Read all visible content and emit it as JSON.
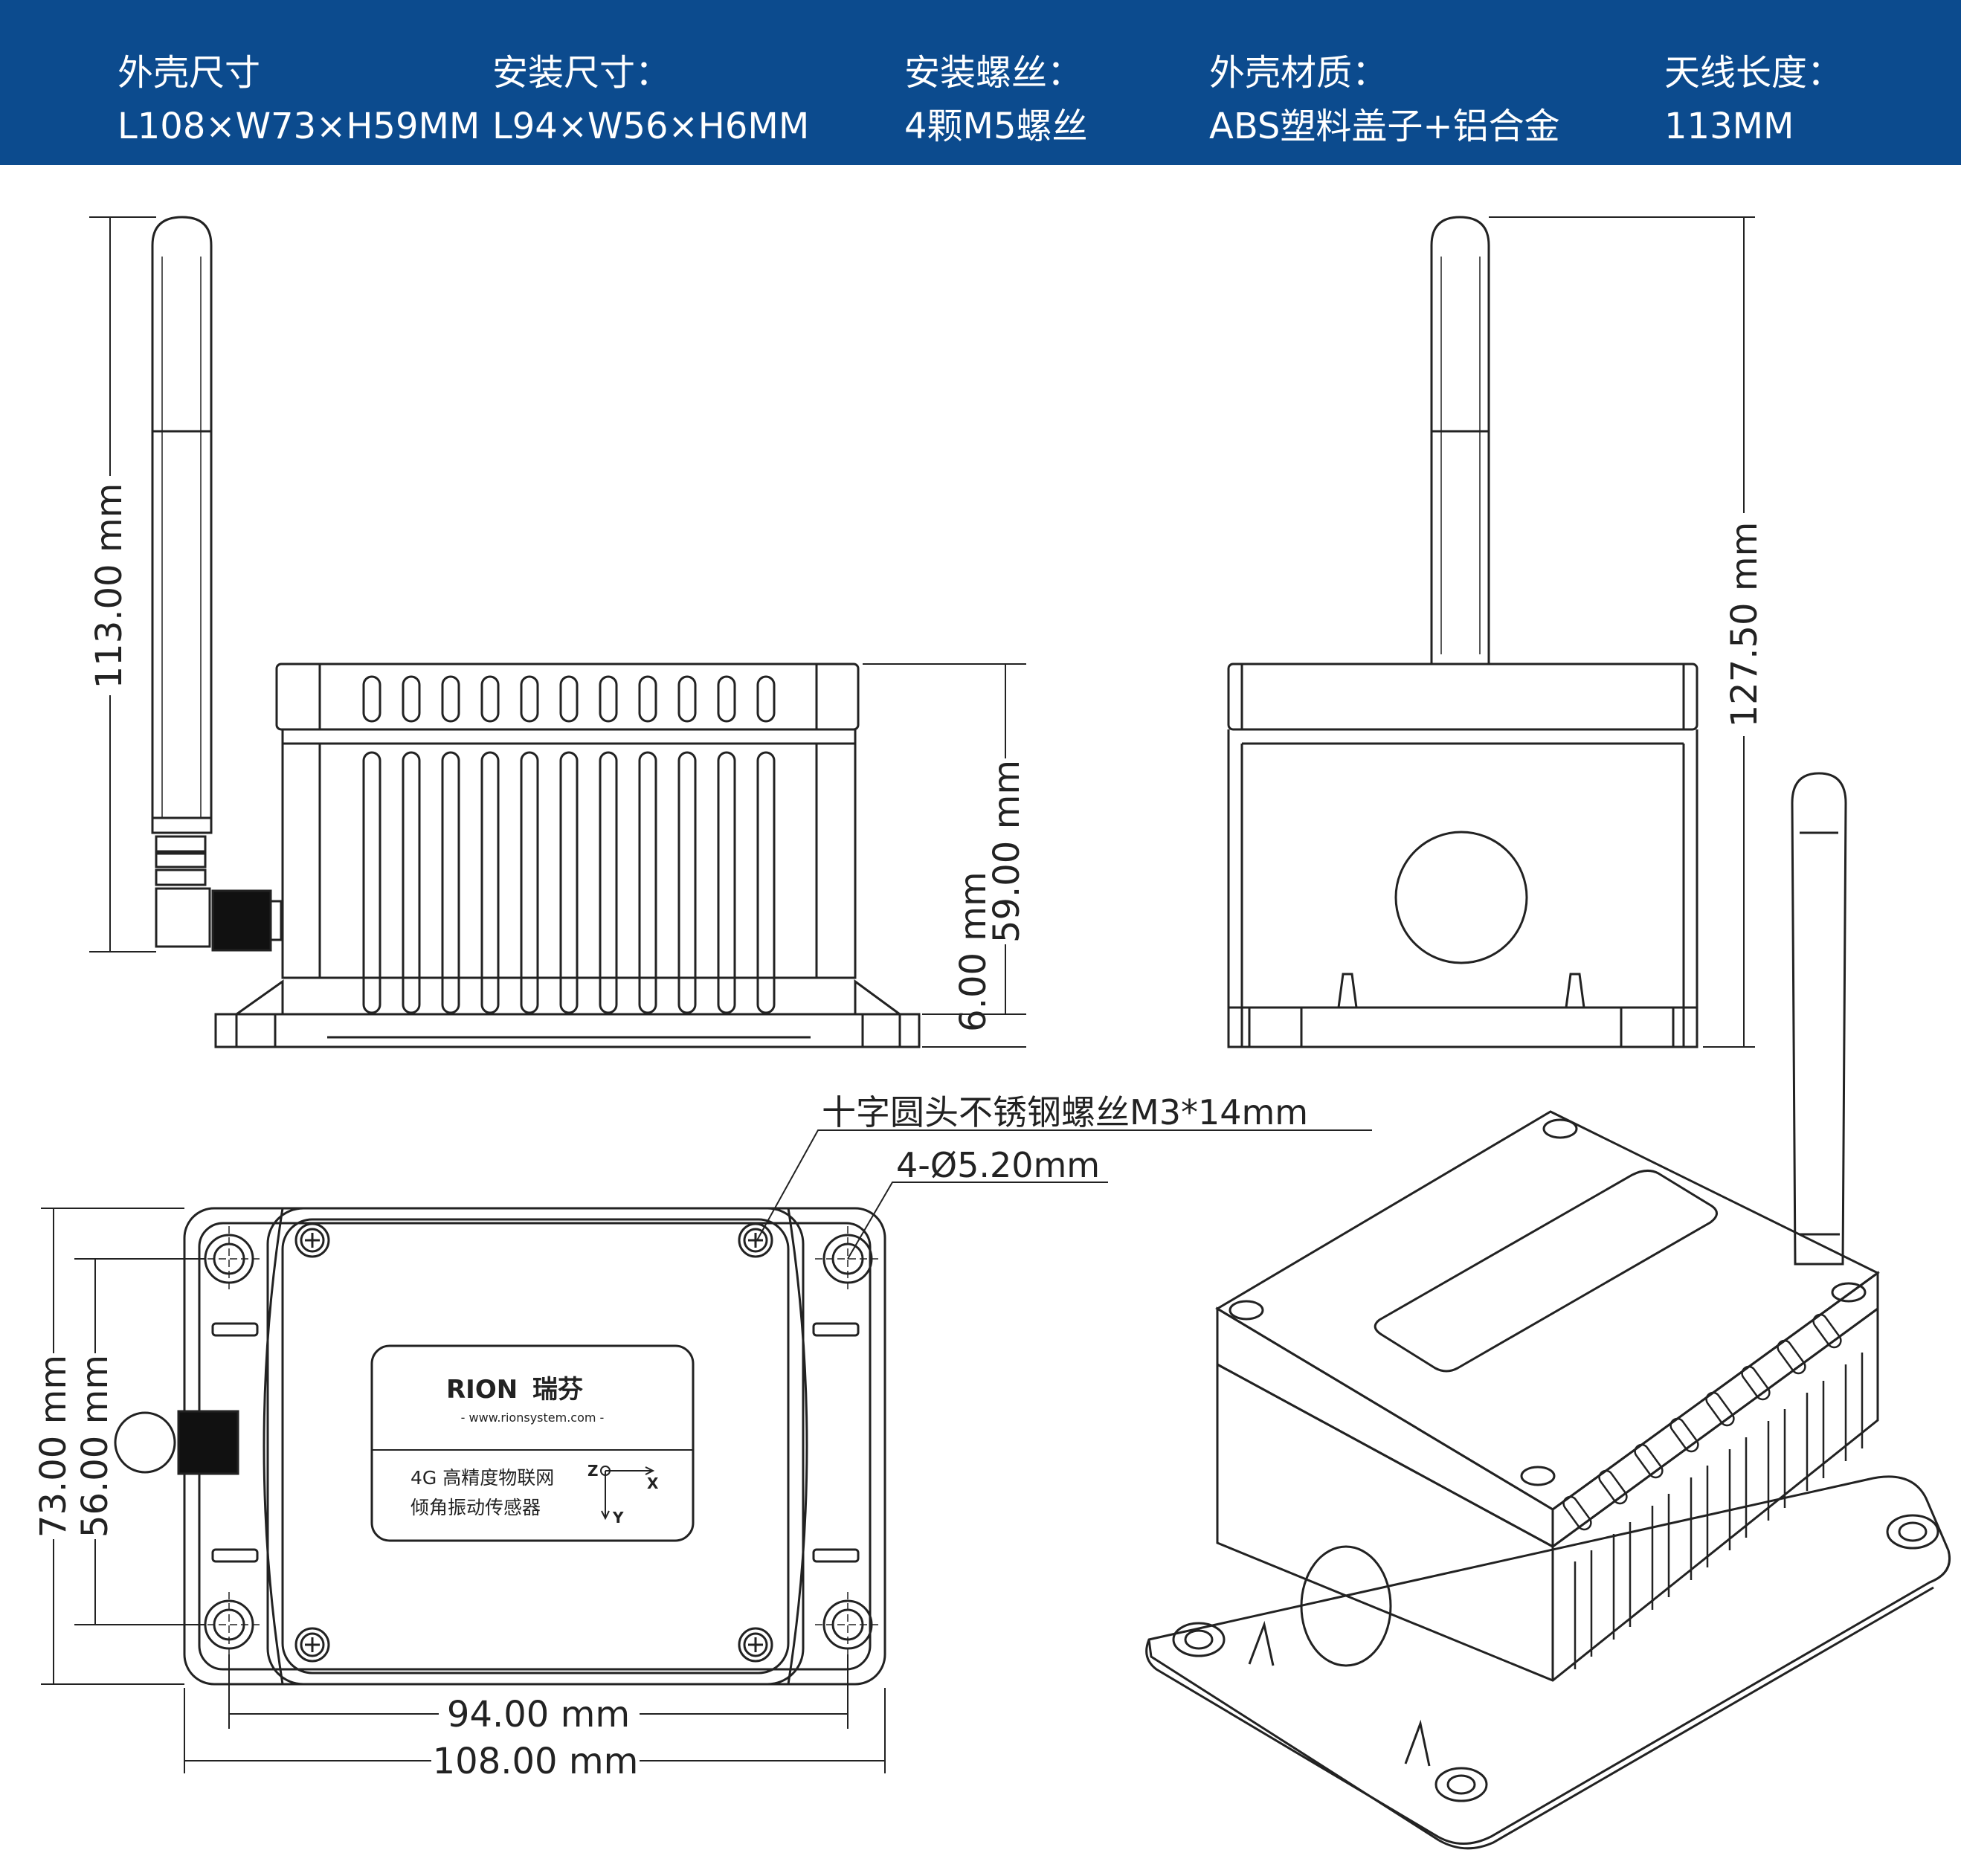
{
  "specs": [
    {
      "label": "外壳尺寸",
      "value": "L108×W73×H59MM"
    },
    {
      "label": "安装尺寸：",
      "value": "L94×W56×H6MM"
    },
    {
      "label": "安装螺丝：",
      "value": "4颗M5螺丝"
    },
    {
      "label": "外壳材质：",
      "value": "ABS塑料盖子+铝合金"
    },
    {
      "label": "天线长度：",
      "value": "113MM"
    }
  ],
  "dimensions": {
    "antenna_length": "113.00 mm",
    "body_height": "59.00 mm",
    "base_height": "6.00 mm",
    "total_height": "127.50 mm",
    "total_width": "73.00 mm",
    "mount_width": "56.00 mm",
    "mount_length": "94.00 mm",
    "total_length": "108.00 mm"
  },
  "callouts": {
    "screw": "十字圆头不锈钢螺丝M3*14mm",
    "hole": "4-Ø5.20mm"
  },
  "product_label": {
    "brand": "RION",
    "brand_cn": "瑞芬",
    "website": "- www.rionsystem.com -",
    "line1": "4G 高精度物联网",
    "line2": "倾角振动传感器",
    "axis_z": "Z",
    "axis_x": "X",
    "axis_y": "Y"
  },
  "colors": {
    "header_bg": "#0c4b8e",
    "line": "#222222"
  }
}
